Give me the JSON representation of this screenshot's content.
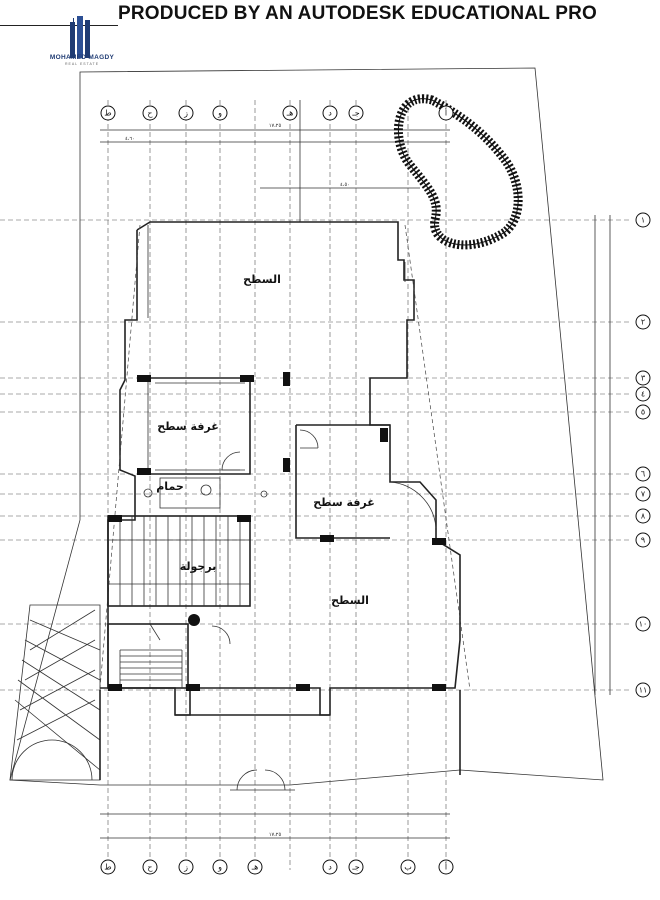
{
  "banner": {
    "text": "PRODUCED BY AN AUTODESK EDUCATIONAL PRO"
  },
  "logo": {
    "name": "MOHAMED MAGDY",
    "subtitle": "REAL ESTATE",
    "icon": "building-logo-icon",
    "color": "#1f3b73"
  },
  "rooms": {
    "roof_top": "السطح",
    "roof_room_left": "غرفة سطح",
    "roof_room_right": "غرفة سطح",
    "bath": "حمام",
    "pergola": "برجولة",
    "roof_bottom": "السطح"
  },
  "axes_vertical": [
    "ط",
    "ح",
    "ز",
    "و",
    "هـ",
    "د",
    "جـ",
    "أ"
  ],
  "axes_vertical_bottom": [
    "ط",
    "ح",
    "ز",
    "و",
    "هـ",
    "د",
    "جـ",
    "ب",
    "أ"
  ],
  "axes_horizontal": [
    "١",
    "٢",
    "٣",
    "٤",
    "٥",
    "٦",
    "٧",
    "٨",
    "٩",
    "١٠",
    "١١"
  ],
  "colors": {
    "line": "#222222",
    "grid": "#555555",
    "background": "#ffffff"
  }
}
